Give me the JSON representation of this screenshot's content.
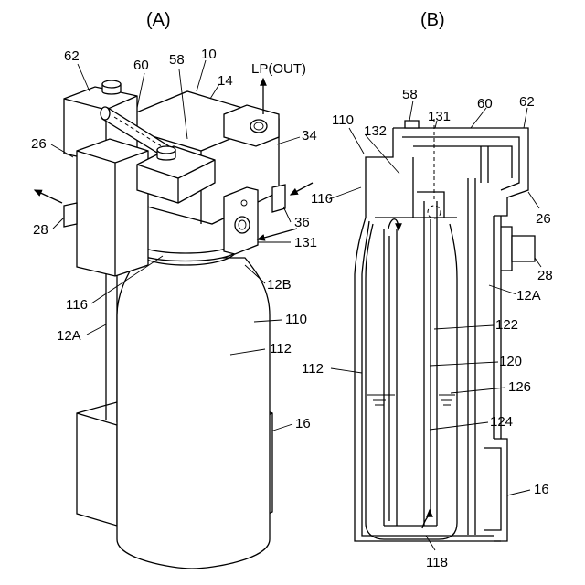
{
  "figures": {
    "a": {
      "title": "(A)",
      "labels": {
        "l62": "62",
        "l60": "60",
        "l58": "58",
        "l10": "10",
        "l14": "14",
        "lp": "LP(OUT)",
        "l26": "26",
        "l34": "34",
        "l28": "28",
        "l36": "36",
        "l131": "131",
        "l12b": "12B",
        "l116": "116",
        "l110": "110",
        "l12a": "12A",
        "l112": "112",
        "l16": "16"
      }
    },
    "b": {
      "title": "(B)",
      "labels": {
        "l58": "58",
        "l60": "60",
        "l62": "62",
        "l110": "110",
        "l132": "132",
        "l131": "131",
        "l116": "116",
        "l26": "26",
        "l28": "28",
        "l12a": "12A",
        "l122": "122",
        "l112": "112",
        "l120": "120",
        "l126": "126",
        "l124": "124",
        "l16": "16",
        "l118": "118"
      }
    }
  }
}
